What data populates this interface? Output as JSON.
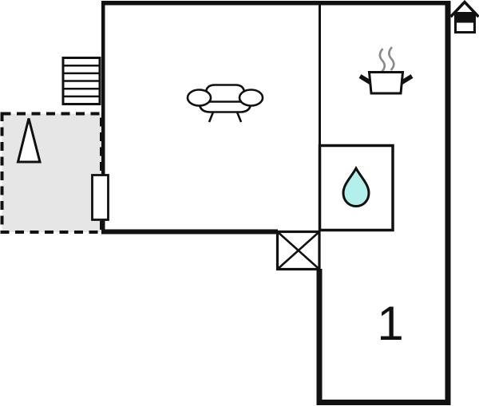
{
  "floorplan": {
    "type": "floor-plan",
    "room_label": "1",
    "colors": {
      "wall": "#111111",
      "terrace_fill": "#e6e6e6",
      "drop_fill": "#b3f0ec",
      "steam": "#8a8a8a",
      "background": "#ffffff"
    },
    "symbols": {
      "stairs": "stairs",
      "north_arrow": "north-arrow",
      "entry_door": "door",
      "sofa": "sofa (living room)",
      "cooking_pot": "cooking-pot (kitchen)",
      "water_drop": "water-drop (bathroom)",
      "chimney": "crossed-box (chimney/flue)",
      "house": "house-entrance-level"
    }
  }
}
